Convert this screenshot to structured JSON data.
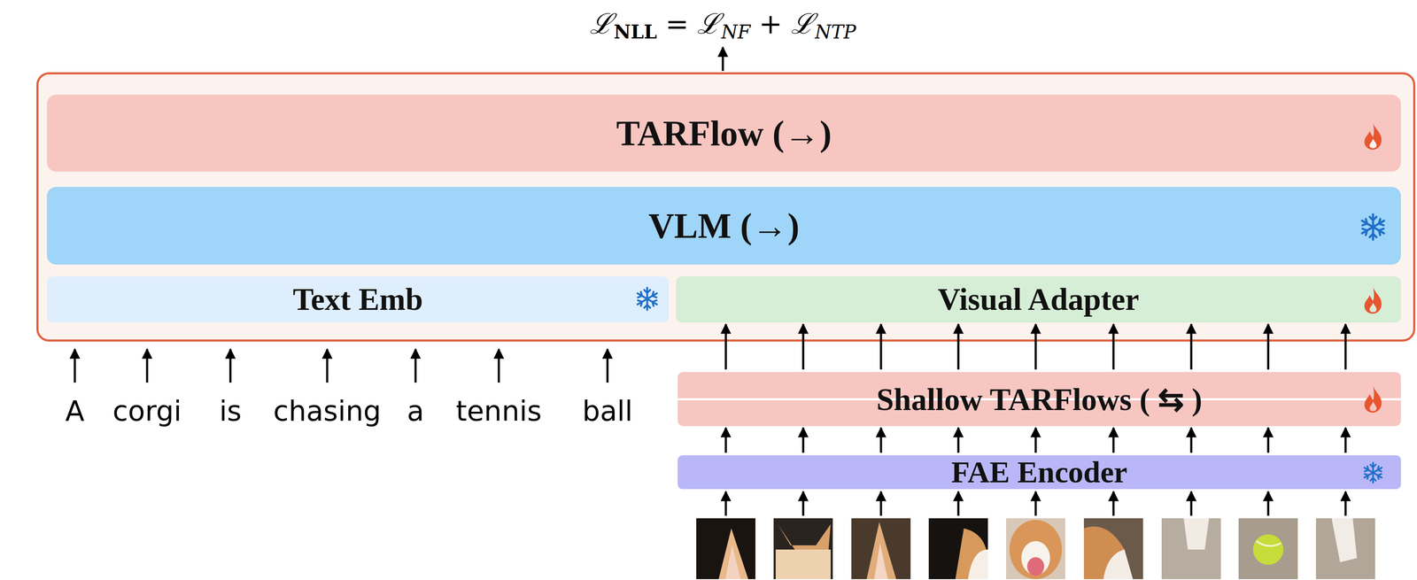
{
  "diagram": {
    "nodes": [
      {
        "text": []
      },
      {
        "text": [
          "TARFlow (→)"
        ],
        "in": 0
      },
      {
        "text": [
          "VLM (→)"
        ],
        "in": 0
      },
      {
        "text": [
          "Text Emb"
        ],
        "in": 0
      },
      {
        "text": [
          "Visual Adapter"
        ],
        "in": 0
      },
      {
        "text": [
          "Shallow TARFlows ( ⇆ )"
        ]
      },
      {
        "text": [
          "FAE Encoder"
        ]
      }
    ],
    "edges": [
      {
        "from": 5,
        "to": 4,
        "arrow": "to"
      },
      {
        "from": 5,
        "to": 4,
        "arrow": "to"
      },
      {
        "from": 5,
        "to": 4,
        "arrow": "to"
      },
      {
        "from": 5,
        "to": 4,
        "arrow": "to"
      },
      {
        "from": 5,
        "to": 4,
        "arrow": "to"
      },
      {
        "from": 5,
        "to": 4,
        "arrow": "to"
      },
      {
        "from": 5,
        "to": 4,
        "arrow": "to"
      },
      {
        "from": 5,
        "to": 4,
        "arrow": "to"
      },
      {
        "from": 5,
        "to": 4,
        "arrow": "to"
      },
      {
        "from": 6,
        "to": 5,
        "arrow": "to"
      },
      {
        "from": 6,
        "to": 5,
        "arrow": "to"
      },
      {
        "from": 6,
        "to": 5,
        "arrow": "to"
      },
      {
        "from": 6,
        "to": 5,
        "arrow": "to"
      },
      {
        "from": 6,
        "to": 5,
        "arrow": "to"
      },
      {
        "from": 6,
        "to": 5,
        "arrow": "to"
      },
      {
        "from": 6,
        "to": 5,
        "arrow": "to"
      },
      {
        "from": 6,
        "to": 5,
        "arrow": "to"
      },
      {
        "from": 6,
        "to": 5,
        "arrow": "to"
      }
    ],
    "labels": [
      "ℒ",
      "NLL",
      "=",
      "ℒ",
      "NF",
      "+",
      "ℒ",
      "NTP",
      "A",
      "corgi",
      "is",
      "chasing",
      "a",
      "tennis",
      "ball"
    ]
  }
}
